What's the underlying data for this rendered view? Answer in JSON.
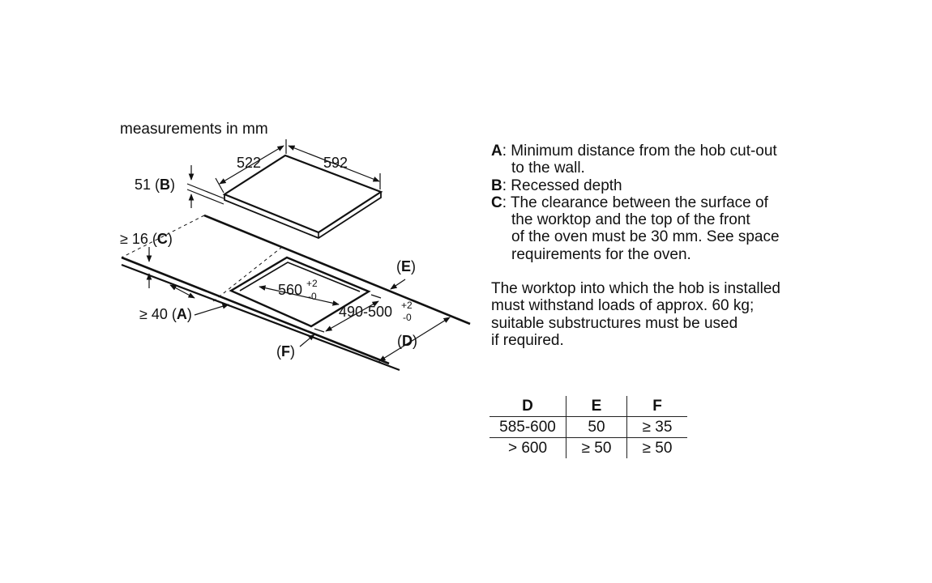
{
  "diagram": {
    "heading": "measurements in mm",
    "hob_depth": "522",
    "hob_width": "592",
    "recess_value": "51",
    "recess_key": "B",
    "clearance_value": "≥ 16",
    "clearance_key": "C",
    "wall_distance_value": "≥ 40",
    "wall_distance_key": "A",
    "cutout_width": "560",
    "cutout_width_tol_plus": "+2",
    "cutout_width_tol_minus": "-0",
    "cutout_depth": "490-500",
    "cutout_depth_tol_plus": "+2",
    "cutout_depth_tol_minus": "-0",
    "label_d": "D",
    "label_e": "E",
    "label_f": "F"
  },
  "notes": [
    {
      "key": "A",
      "line1": ": Minimum distance from the hob cut-out",
      "cont": [
        "to the wall."
      ]
    },
    {
      "key": "B",
      "line1": ": Recessed depth",
      "cont": []
    },
    {
      "key": "C",
      "line1": ": The clearance between the surface of",
      "cont": [
        "the worktop and the top of the front",
        "of the oven must be 30 mm. See space",
        "requirements for the oven."
      ]
    }
  ],
  "worktop_note": [
    "The worktop into which the hob is installed",
    "must withstand loads of approx. 60 kg;",
    "suitable substructures must be used",
    "if required."
  ],
  "table": {
    "headers": [
      "D",
      "E",
      "F"
    ],
    "rows": [
      [
        "585-600",
        "50",
        "≥ 35"
      ],
      [
        "> 600",
        "≥ 50",
        "≥ 50"
      ]
    ]
  }
}
